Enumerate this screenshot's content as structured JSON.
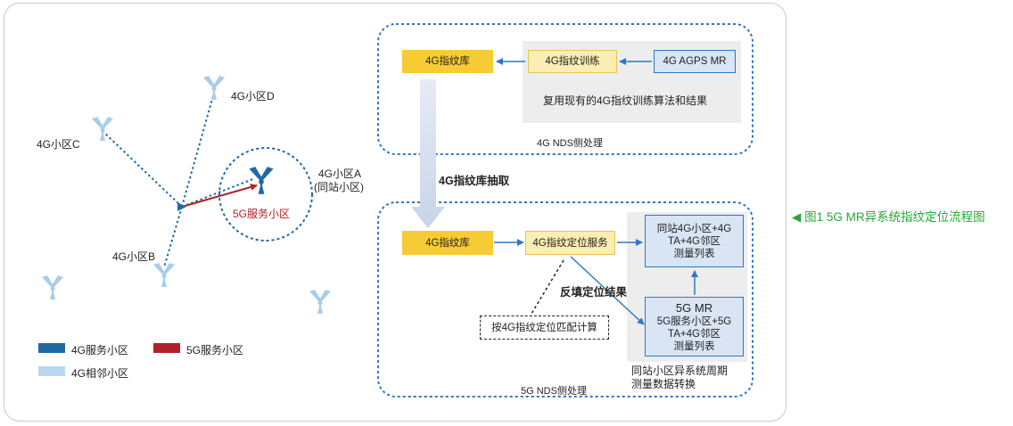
{
  "network": {
    "cell_d": "4G小区D",
    "cell_c": "4G小区C",
    "cell_a_line1": "4G小区A",
    "cell_a_line2": "(同站小区)",
    "cell_b": "4G小区B",
    "serving_5g": "5G服务小区"
  },
  "legend": {
    "items": [
      {
        "label": "4G服务小区",
        "color": "#1f6aa5"
      },
      {
        "label": "5G服务小区",
        "color": "#b3202a"
      },
      {
        "label": "4G相邻小区",
        "color": "#b9d7ef"
      }
    ]
  },
  "nds4g": {
    "fingerprint_db": "4G指纹库",
    "training": "4G指纹训练",
    "agps": "4G AGPS MR",
    "reuse_note": "复用现有的4G指纹训练算法和结果",
    "section_label": "4G NDS侧处理"
  },
  "extract_label": "4G指纹库抽取",
  "nds5g": {
    "fingerprint_db": "4G指纹库",
    "locate_service": "4G指纹定位服务",
    "same_site_list": [
      "同站4G小区+4G",
      "TA+4G邻区",
      "测量列表"
    ],
    "mr_title": "5G MR",
    "mr_lines": [
      "5G服务小区+5G",
      "TA+4G邻区",
      "测量列表"
    ],
    "backfill_label": "反填定位结果",
    "match_calc": "按4G指纹定位匹配计算",
    "conversion_note": [
      "同站小区异系统周期",
      "测量数据转换"
    ],
    "section_label": "5G NDS侧处理"
  },
  "caption": "图1  5G MR异系统指纹定位流程图",
  "colors": {
    "dotted_blue": "#1f6aa5",
    "yellow": "#f7cb33",
    "caption_green": "#2aa53a"
  }
}
